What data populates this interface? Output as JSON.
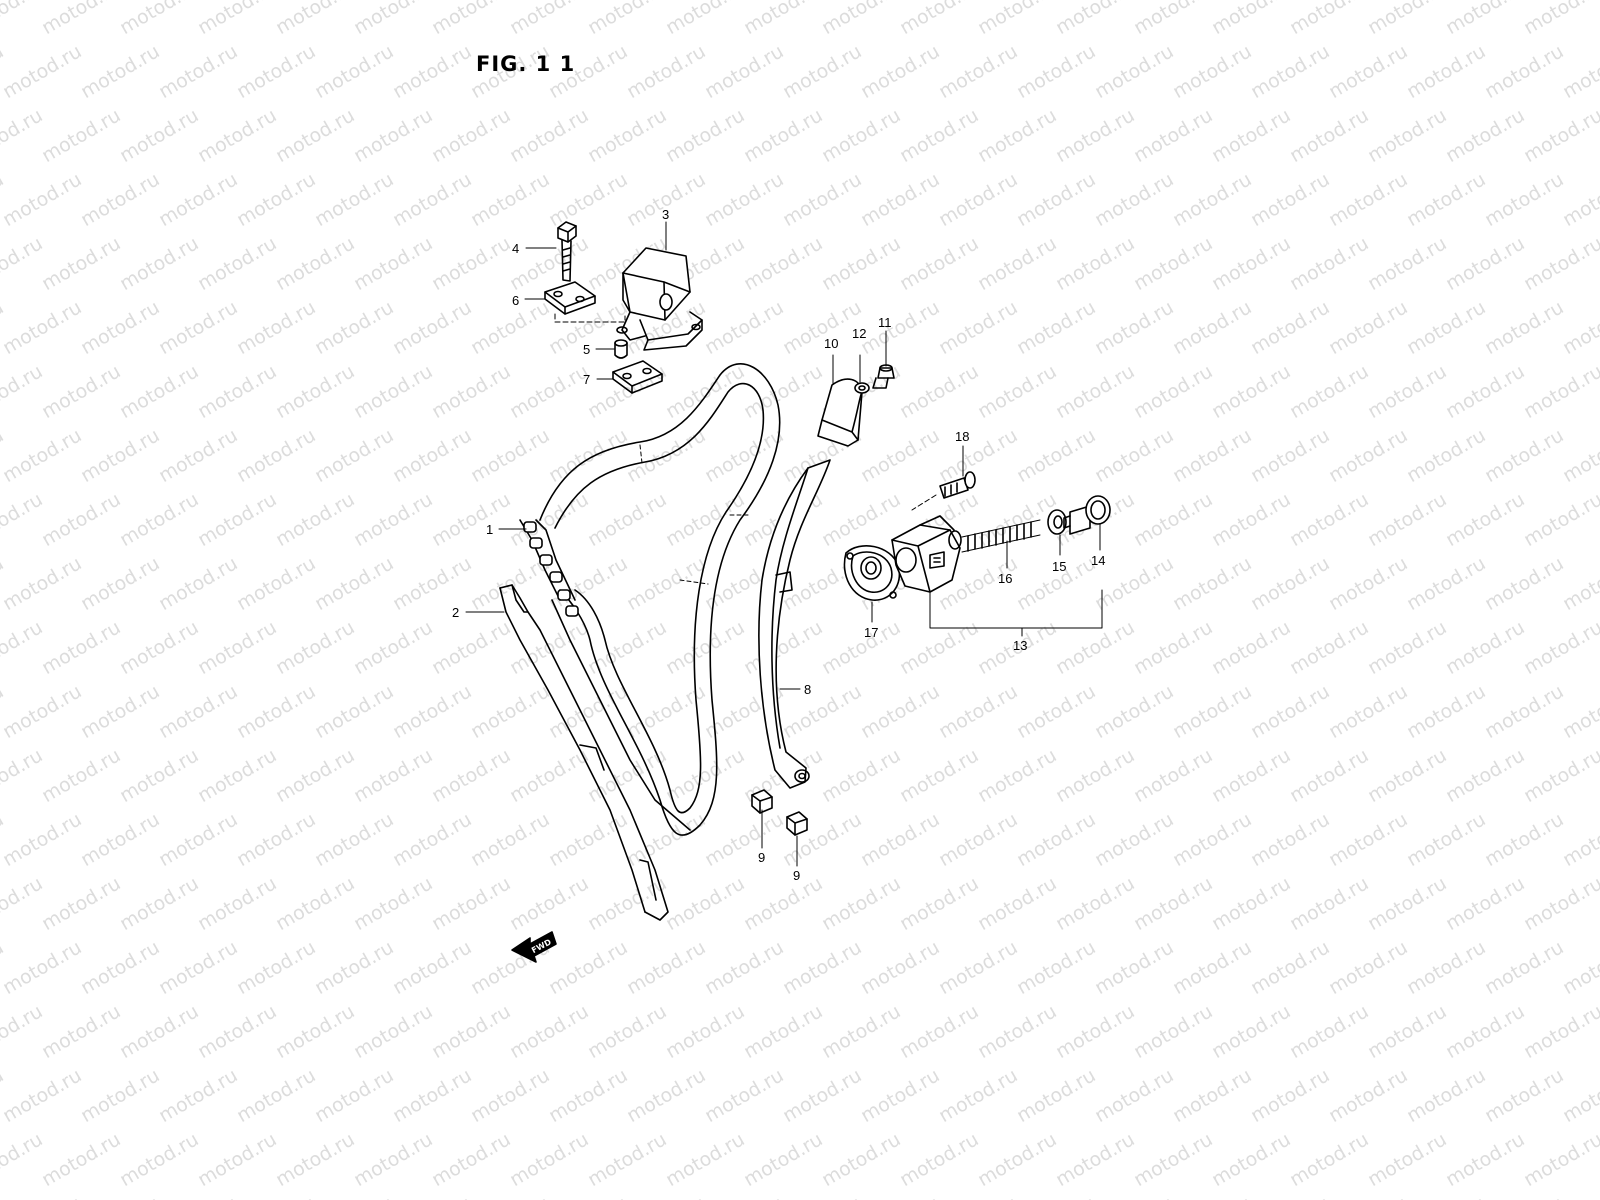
{
  "figure": {
    "title": "FIG. 1 1",
    "watermark_text": "motod.ru",
    "fwd_arrow_label": "FWD"
  },
  "labels": {
    "1": "1",
    "2": "2",
    "3": "3",
    "4": "4",
    "5": "5",
    "6": "6",
    "7": "7",
    "8": "8",
    "9a": "9",
    "9b": "9",
    "10": "10",
    "11": "11",
    "12": "12",
    "13": "13",
    "14": "14",
    "15": "15",
    "16": "16",
    "17": "17",
    "18": "18"
  }
}
